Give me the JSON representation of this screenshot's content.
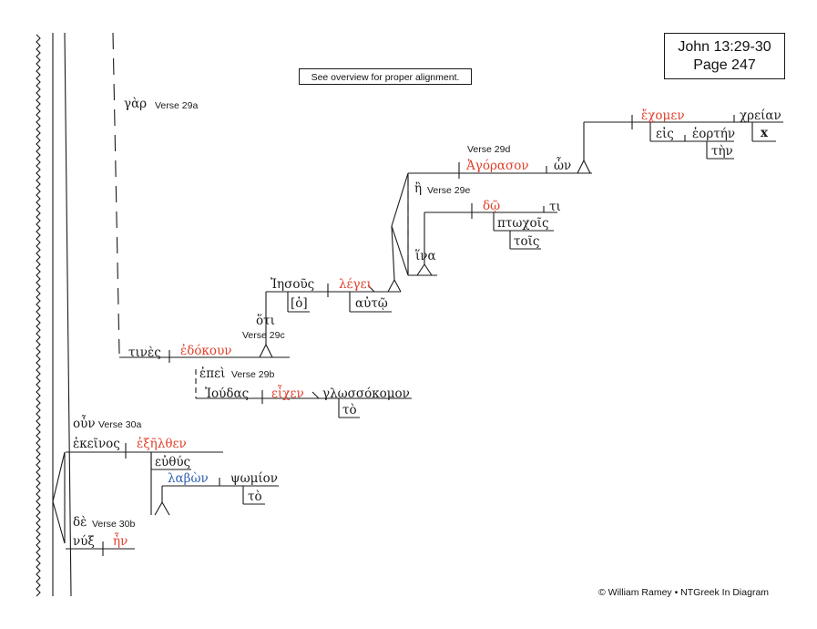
{
  "header": {
    "reference": "John 13:29-30",
    "page": "Page 247",
    "note": "See overview for proper alignment."
  },
  "footer": {
    "credit": "© William Ramey • NTGreek In Diagram"
  },
  "verse_labels": {
    "v29a": "Verse 29a",
    "v29b": "Verse 29b",
    "v29c": "Verse 29c",
    "v29d": "Verse 29d",
    "v29e": "Verse 29e",
    "v30a": "Verse 30a",
    "v30b": "Verse 30b"
  },
  "words": {
    "gar": "γὰρ",
    "tines": "τινὲς",
    "edokoun": "ἐδόκουν",
    "epei": "ἐπεὶ",
    "ioudas": "Ἰούδας",
    "eichen": "εἶχεν",
    "glossokomon": "γλωσσόκομον",
    "to_1": "τὸ",
    "hoti": "ὅτι",
    "iesous": "Ἰησοῦς",
    "ho_bracket": "[ὁ]",
    "legei": "λέγει",
    "auto": "αὐτῷ",
    "agorason": "Ἀγόρασον",
    "hon": "ὧν",
    "echomen": "ἔχομεν",
    "chreian": "χρείαν",
    "eis": "εἰς",
    "heorten": "ἑορτήν",
    "ten": "τὴν",
    "x_mark": "x",
    "e": "ἢ",
    "do": "δῷ",
    "ti": "τι",
    "ptochois": "πτωχοῖς",
    "tois": "τοῖς",
    "hina": "ἵνα",
    "oun": "οὖν",
    "ekeinos": "ἐκεῖνος",
    "exelthen": "ἐξῆλθεν",
    "euthus": "εὐθύς",
    "labon": "λαβὼν",
    "psomion": "ψωμίον",
    "to_2": "τὸ",
    "de": "δὲ",
    "nux": "νύξ",
    "en": "ἦν"
  },
  "colors": {
    "verb": "#e0402c",
    "participle": "#2e5fb0",
    "ink": "#1a1a1a"
  }
}
